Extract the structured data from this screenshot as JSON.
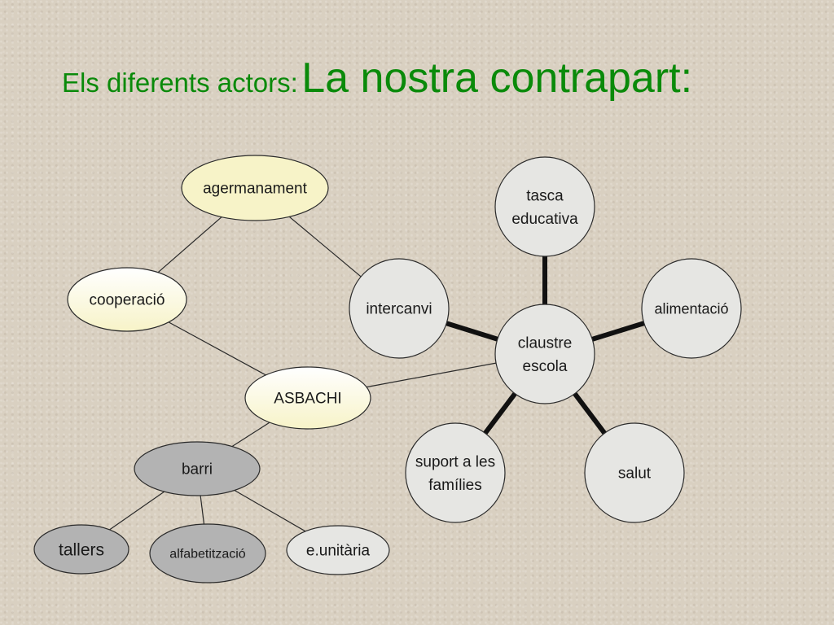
{
  "title": {
    "prefix": "Els diferents actors:",
    "main": "La nostra contrapart:"
  },
  "colors": {
    "title": "#0a8a0a",
    "node_gray_fill": "#e6e6e3",
    "node_yellow_fill": "#f7f3c8",
    "node_dark_fill": "#b3b3b3",
    "thick_edge": "#111111"
  },
  "nodes": [
    {
      "id": "agermanament",
      "lines": [
        "agermanament"
      ]
    },
    {
      "id": "cooperacio",
      "lines": [
        "cooperació"
      ]
    },
    {
      "id": "intercanvi",
      "lines": [
        "intercanvi"
      ]
    },
    {
      "id": "asbachi",
      "lines": [
        "ASBACHI"
      ]
    },
    {
      "id": "barri",
      "lines": [
        "barri"
      ]
    },
    {
      "id": "tallers",
      "lines": [
        "tallers"
      ]
    },
    {
      "id": "alfabetitzacio",
      "lines": [
        "alfabetització"
      ]
    },
    {
      "id": "eunitaria",
      "lines": [
        "e.unitària"
      ]
    },
    {
      "id": "claustre",
      "lines": [
        "claustre",
        "escola"
      ]
    },
    {
      "id": "tasca",
      "lines": [
        "tasca",
        "educativa"
      ]
    },
    {
      "id": "alimentacio",
      "lines": [
        "alimentació"
      ]
    },
    {
      "id": "salut",
      "lines": [
        "salut"
      ]
    },
    {
      "id": "suport",
      "lines": [
        "suport a les",
        "famílies"
      ]
    }
  ],
  "edges": [
    {
      "from": "agermanament",
      "to": "cooperacio"
    },
    {
      "from": "agermanament",
      "to": "intercanvi"
    },
    {
      "from": "cooperacio",
      "to": "asbachi"
    },
    {
      "from": "asbachi",
      "to": "claustre"
    },
    {
      "from": "asbachi",
      "to": "barri"
    },
    {
      "from": "barri",
      "to": "tallers"
    },
    {
      "from": "barri",
      "to": "alfabetitzacio"
    },
    {
      "from": "barri",
      "to": "eunitaria"
    },
    {
      "from": "claustre",
      "to": "tasca",
      "style": "thick"
    },
    {
      "from": "claustre",
      "to": "intercanvi",
      "style": "thick"
    },
    {
      "from": "claustre",
      "to": "alimentacio",
      "style": "thick"
    },
    {
      "from": "claustre",
      "to": "salut",
      "style": "thick"
    },
    {
      "from": "claustre",
      "to": "suport",
      "style": "thick"
    }
  ]
}
